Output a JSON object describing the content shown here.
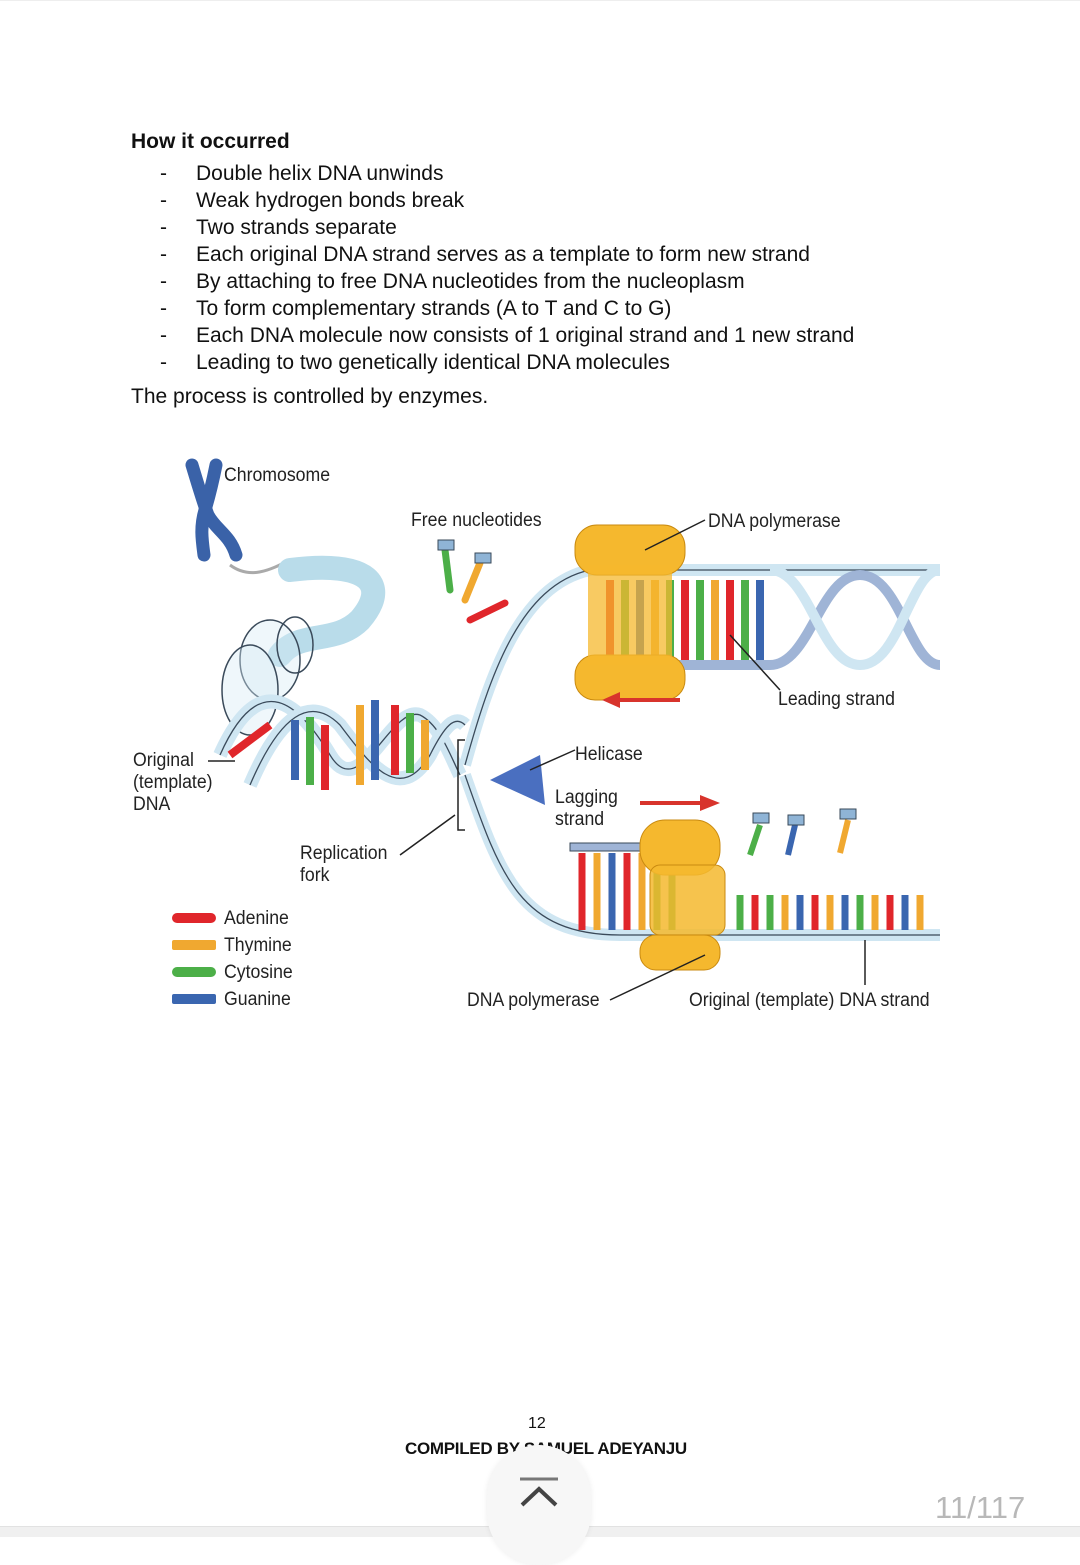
{
  "document": {
    "heading": "How it occurred",
    "bullets": [
      "Double helix DNA unwinds",
      "Weak hydrogen bonds break",
      "Two strands separate",
      "Each original DNA strand serves as a template to form new strand",
      "By attaching to free DNA nucleotides from the nucleoplasm",
      "To form complementary strands (A to T and C to G)",
      "Each DNA molecule now consists of 1 original strand and 1 new strand",
      "Leading to two genetically identical DNA molecules"
    ],
    "bullet_marker": "-",
    "closing": "The process is controlled by enzymes."
  },
  "diagram": {
    "labels": {
      "chromosome": "Chromosome",
      "free_nucleotides": "Free nucleotides",
      "dna_polymerase_top": "DNA polymerase",
      "leading_strand": "Leading strand",
      "original_template_dna": "Original\n(template)\nDNA",
      "helicase": "Helicase",
      "lagging_strand": "Lagging\nstrand",
      "replication_fork": "Replication\nfork",
      "dna_polymerase_bottom": "DNA polymerase",
      "original_template_strand": "Original (template) DNA strand"
    },
    "legend": [
      {
        "label": "Adenine",
        "color": "#e0262b"
      },
      {
        "label": "Thymine",
        "color": "#f0a830"
      },
      {
        "label": "Cytosine",
        "color": "#4caf48"
      },
      {
        "label": "Guanine",
        "color": "#3a66b0"
      }
    ],
    "colors": {
      "backbone": "#cfe6f2",
      "backbone_outline": "#3a4a5a",
      "polymerase": "#f5b82e",
      "helicase": "#4a6fc0",
      "arrow": "#d8342c",
      "chromosome": "#3a62a8"
    }
  },
  "footer": {
    "page_number": "12",
    "credit": "COMPILED BY SAMUEL ADEYANJU",
    "credit_visible": "COMPILED BY     EL ADEYANJU"
  },
  "viewer": {
    "page_counter": "11/117",
    "scroll_top_icon": "scroll-to-top-icon"
  }
}
